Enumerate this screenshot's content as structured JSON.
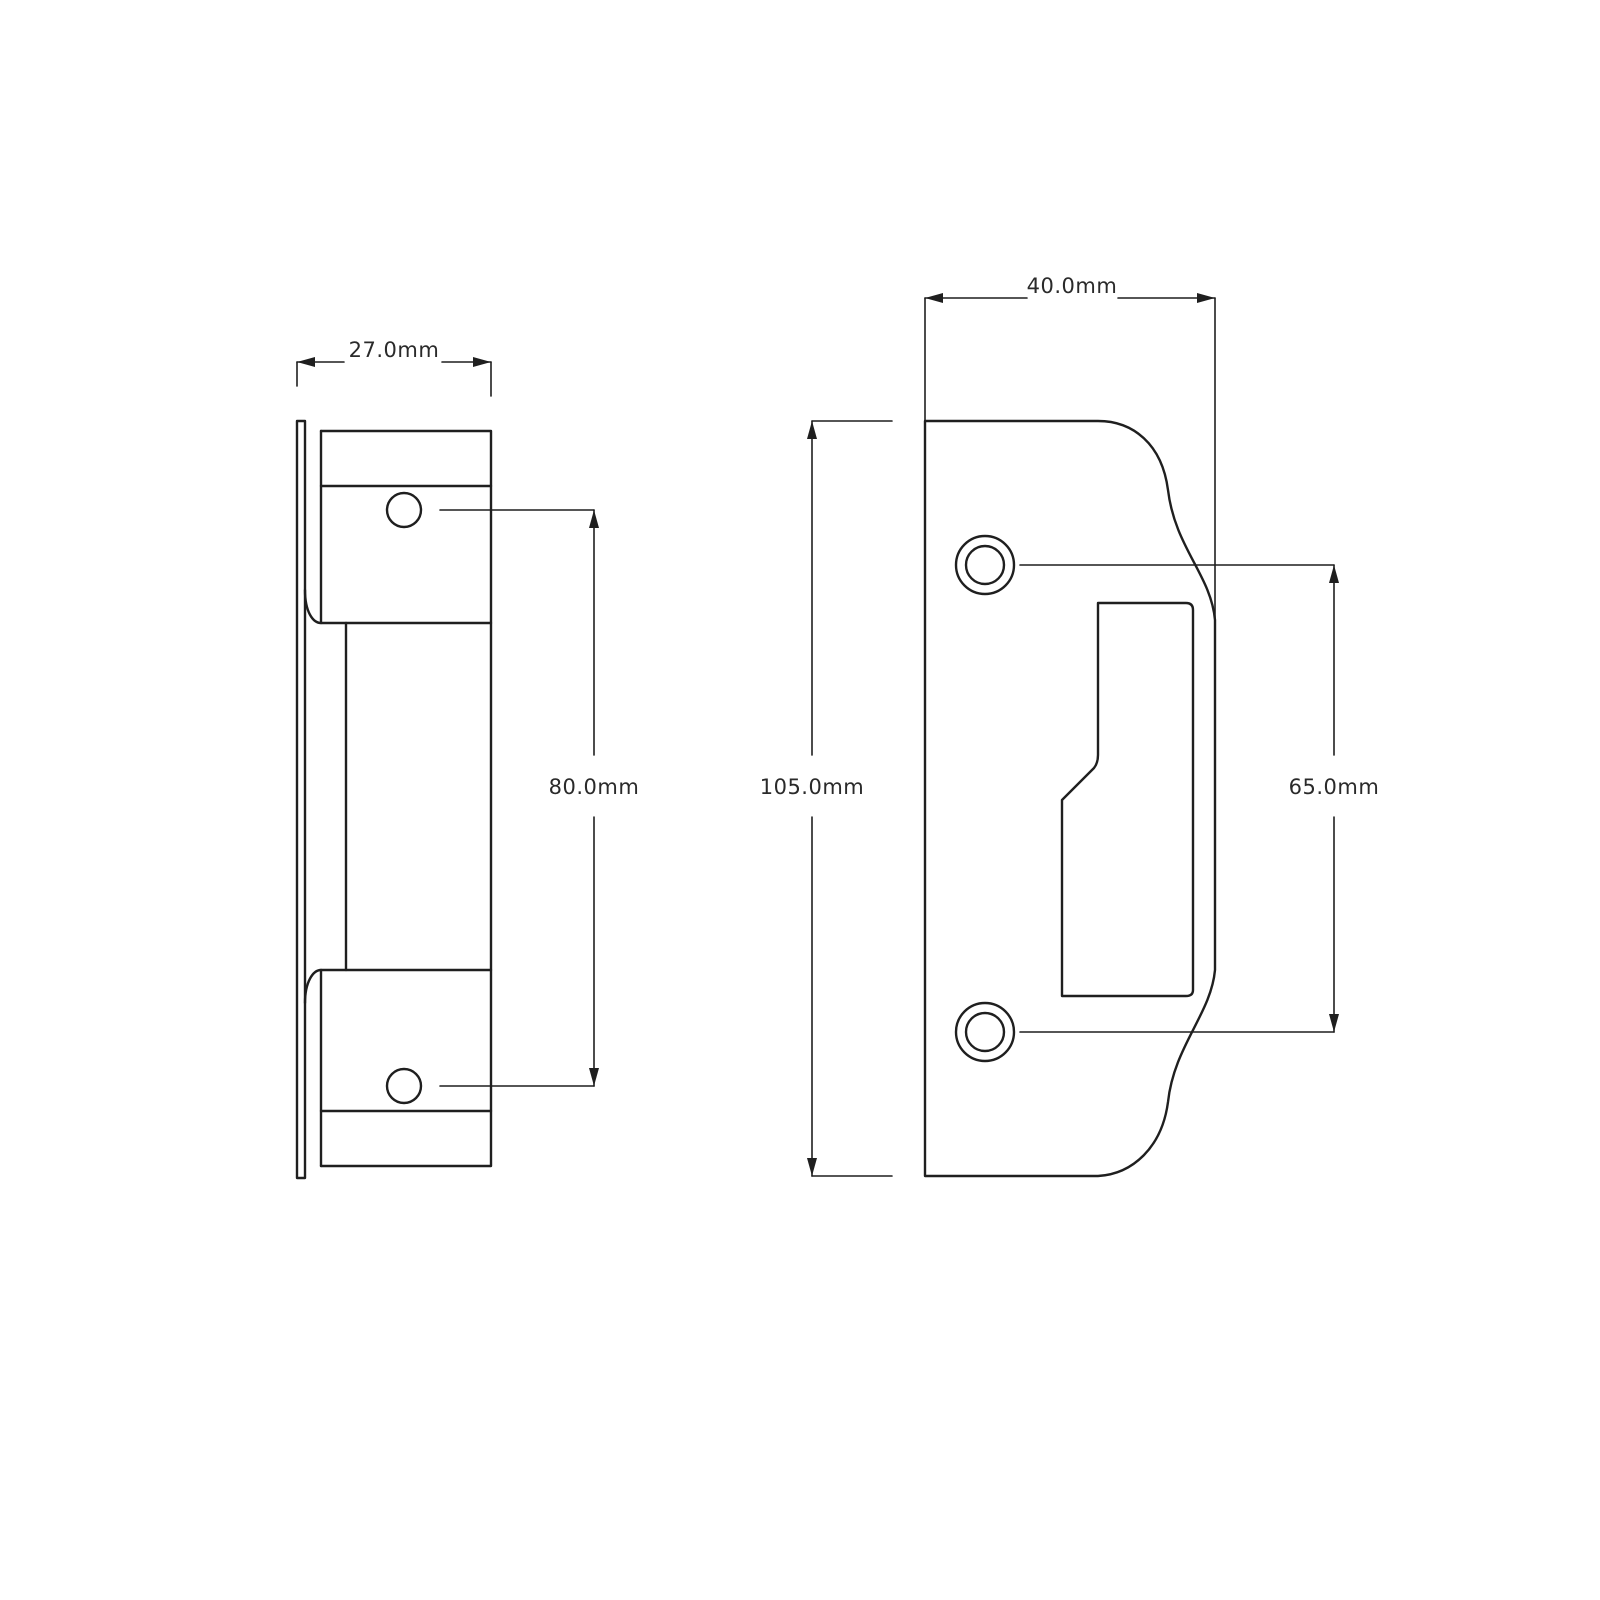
{
  "diagram": {
    "dimensions": {
      "side_width": "27.0mm",
      "side_hole_spacing": "80.0mm",
      "front_height": "105.0mm",
      "front_width": "40.0mm",
      "front_hole_spacing": "65.0mm"
    },
    "colors": {
      "line": "#1f1f1f",
      "background": "#ffffff"
    }
  }
}
